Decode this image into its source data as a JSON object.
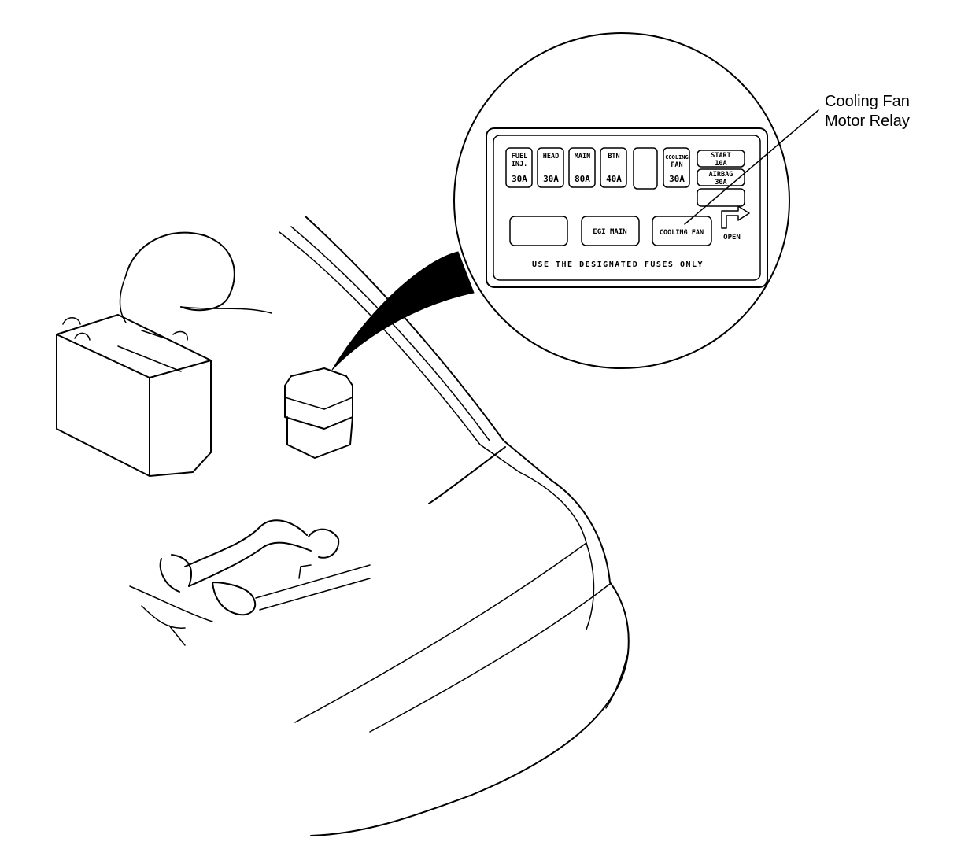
{
  "callout": {
    "line1": "Cooling Fan",
    "line2": "Motor Relay"
  },
  "fuses": {
    "fuel_inj": {
      "line1": "FUEL",
      "line2": "INJ.",
      "amp": "30A"
    },
    "head": {
      "line1": "HEAD",
      "amp": "30A"
    },
    "main": {
      "line1": "MAIN",
      "amp": "80A"
    },
    "btn": {
      "line1": "BTN",
      "amp": "40A"
    },
    "cooling_fan": {
      "line1": "COOLING",
      "line2": "FAN",
      "amp": "30A"
    },
    "start": {
      "line1": "START",
      "amp": "10A"
    },
    "airbag": {
      "line1": "AIRBAG",
      "amp": "30A"
    }
  },
  "relays": {
    "egi_main": "EGI  MAIN",
    "cooling_fan": "COOLING FAN"
  },
  "panel": {
    "open_label": "OPEN",
    "note": "USE THE DESIGNATED FUSES ONLY"
  }
}
